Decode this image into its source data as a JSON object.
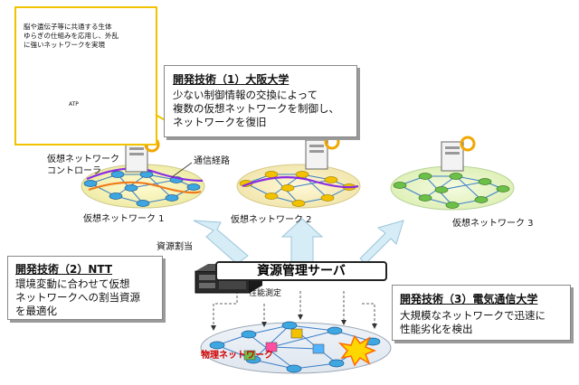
{
  "bio_callout": {
    "lines": [
      "脳や遺伝子等に共通する生体",
      "ゆらぎの仕組みを応用し、外乱",
      "に強いネットワークを実現"
    ],
    "atp_label": "ATP"
  },
  "tech1": {
    "title": "開発技術（1）大阪大学",
    "lines": [
      "少ない制御情報の交換によって",
      "複数の仮想ネットワークを制御し、",
      "ネットワークを復旧"
    ]
  },
  "tech2": {
    "title": "開発技術（2）NTT",
    "lines": [
      "環境変動に合わせて仮想",
      "ネットワークへの割当資源",
      "を最適化"
    ]
  },
  "tech3": {
    "title": "開発技術（3）電気通信大学",
    "lines": [
      "大規模なネットワークで迅速に",
      "性能劣化を検出"
    ]
  },
  "labels": {
    "controller": [
      "仮想ネットワーク",
      "コントローラ"
    ],
    "path": "通信経路",
    "vn1": "仮想ネットワーク 1",
    "vn2": "仮想ネットワーク 2",
    "vn3": "仮想ネットワーク 3",
    "allocation": "資源割当",
    "perf": "性能測定",
    "physical": "物理ネットワーク"
  },
  "server": {
    "title": "資源管理サーバ"
  },
  "colors": {
    "vn1": "#3fa7e0",
    "vn2": "#f2c200",
    "vn3": "#6cc04a",
    "path_purple": "#8a2be2",
    "path_orange": "#f07a1a",
    "arrow": "#d6ecf6",
    "arrow_border": "#9cc6da",
    "callout_border": "#f2c200",
    "physical_label": "#d20000"
  }
}
